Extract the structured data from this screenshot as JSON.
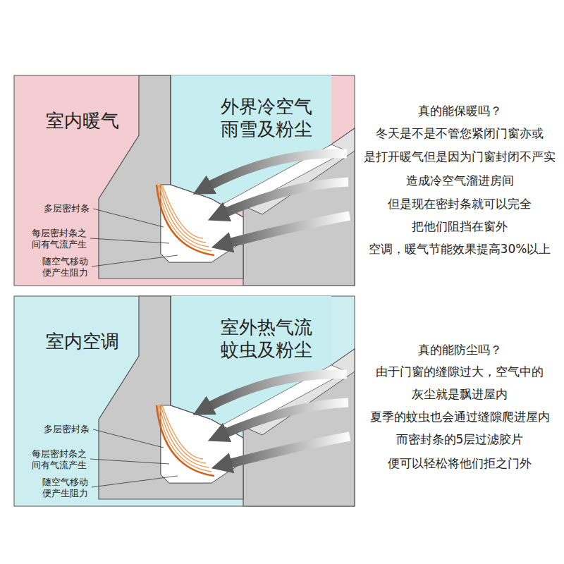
{
  "diagram": {
    "labels": [
      "室内暖气",
      "外界冷空气",
      "雨雪及粉尘",
      "多层密封条",
      "每层密封条之",
      "间有气流产生",
      "随空气移动",
      "便产生阻力",
      "真的能保暖吗？",
      "冬天是不是不管您紧闭门窗亦或",
      "是打开暖气但是因为门窗封闭不严实",
      "造成冷空气溜进房间",
      "但是现在密封条就可以完全",
      "把他们阻挡在窗外",
      "空调，暖气节能效果提高30%以上",
      "室内空调",
      "室外热气流",
      "蚊虫及粉尘",
      "多层密封条",
      "每层密封条之",
      "间有气流产生",
      "随空气移动",
      "便产生阻力",
      "真的能防尘吗？",
      "由于门窗的缝隙过大，空气中的",
      "灰尘就是飘进屋内",
      "夏季的蚊虫也会通过缝隙爬进屋内",
      "而密封条的5层过滤胶片",
      "便可以轻松将他们拒之门外"
    ]
  }
}
